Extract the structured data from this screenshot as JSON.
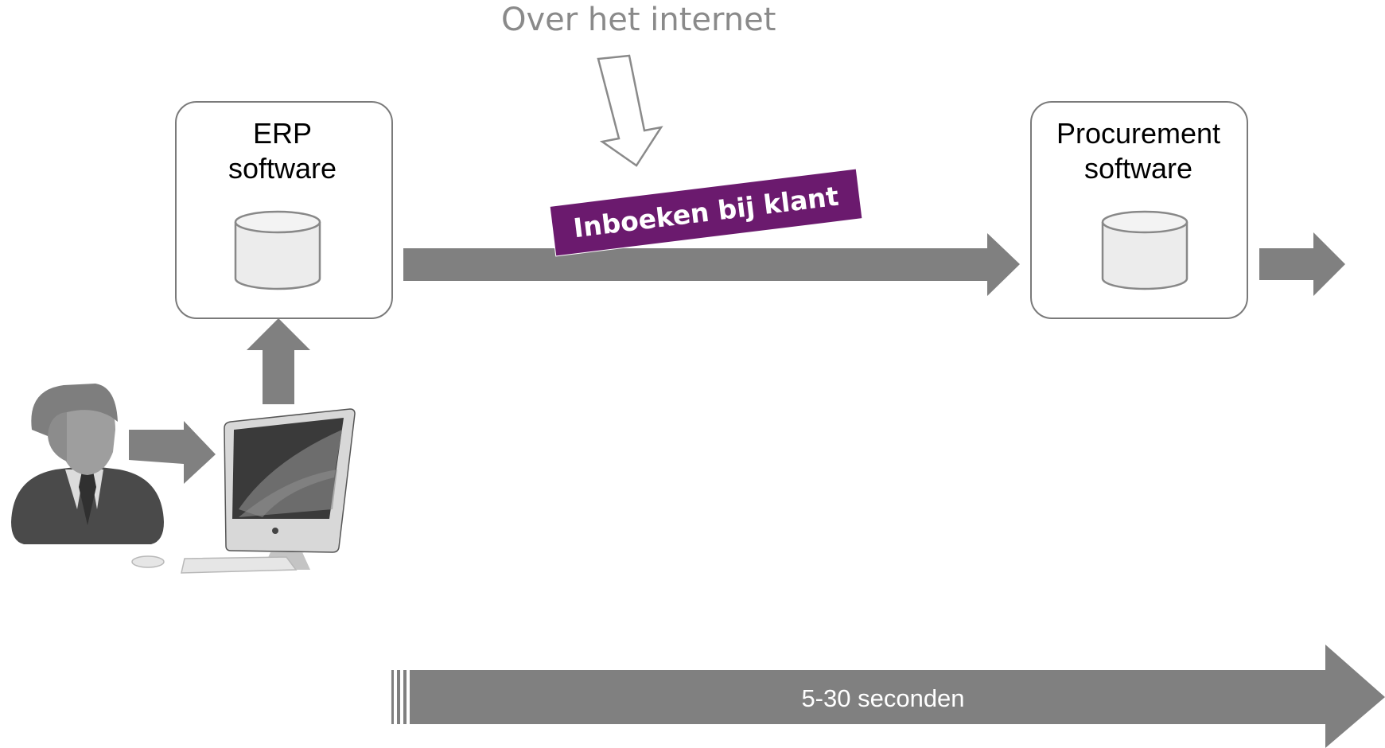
{
  "header": {
    "internet_label": "Over het internet"
  },
  "erp": {
    "title_line1": "ERP",
    "title_line2": "software"
  },
  "procurement": {
    "title_line1": "Procurement",
    "title_line2": "software"
  },
  "flow_tag": {
    "label": "Inboeken bij klant",
    "color": "#6b1a6e"
  },
  "timeline": {
    "label": "5-30 seconden"
  },
  "icons": [
    "user-icon",
    "computer-icon",
    "database-icon",
    "arrow-icon"
  ],
  "colors": {
    "arrow": "#808080",
    "box_border": "#7a7a7a",
    "tag": "#6b1a6e"
  }
}
